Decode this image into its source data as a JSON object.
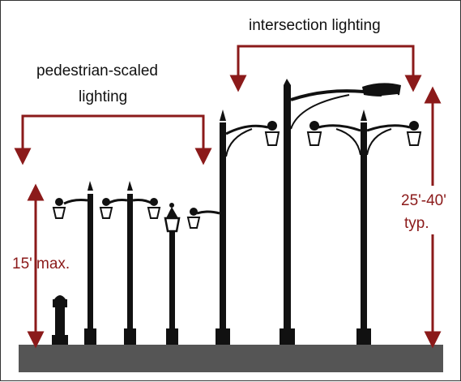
{
  "labels": {
    "pedestrian_line1": "pedestrian-scaled",
    "pedestrian_line2": "lighting",
    "intersection": "intersection lighting",
    "max_height": "15' max.",
    "typ_height_line1": "25'-40'",
    "typ_height_line2": "typ."
  },
  "colors": {
    "annotation": "#8b1a1a",
    "pole": "#111111",
    "ground": "#555555"
  }
}
